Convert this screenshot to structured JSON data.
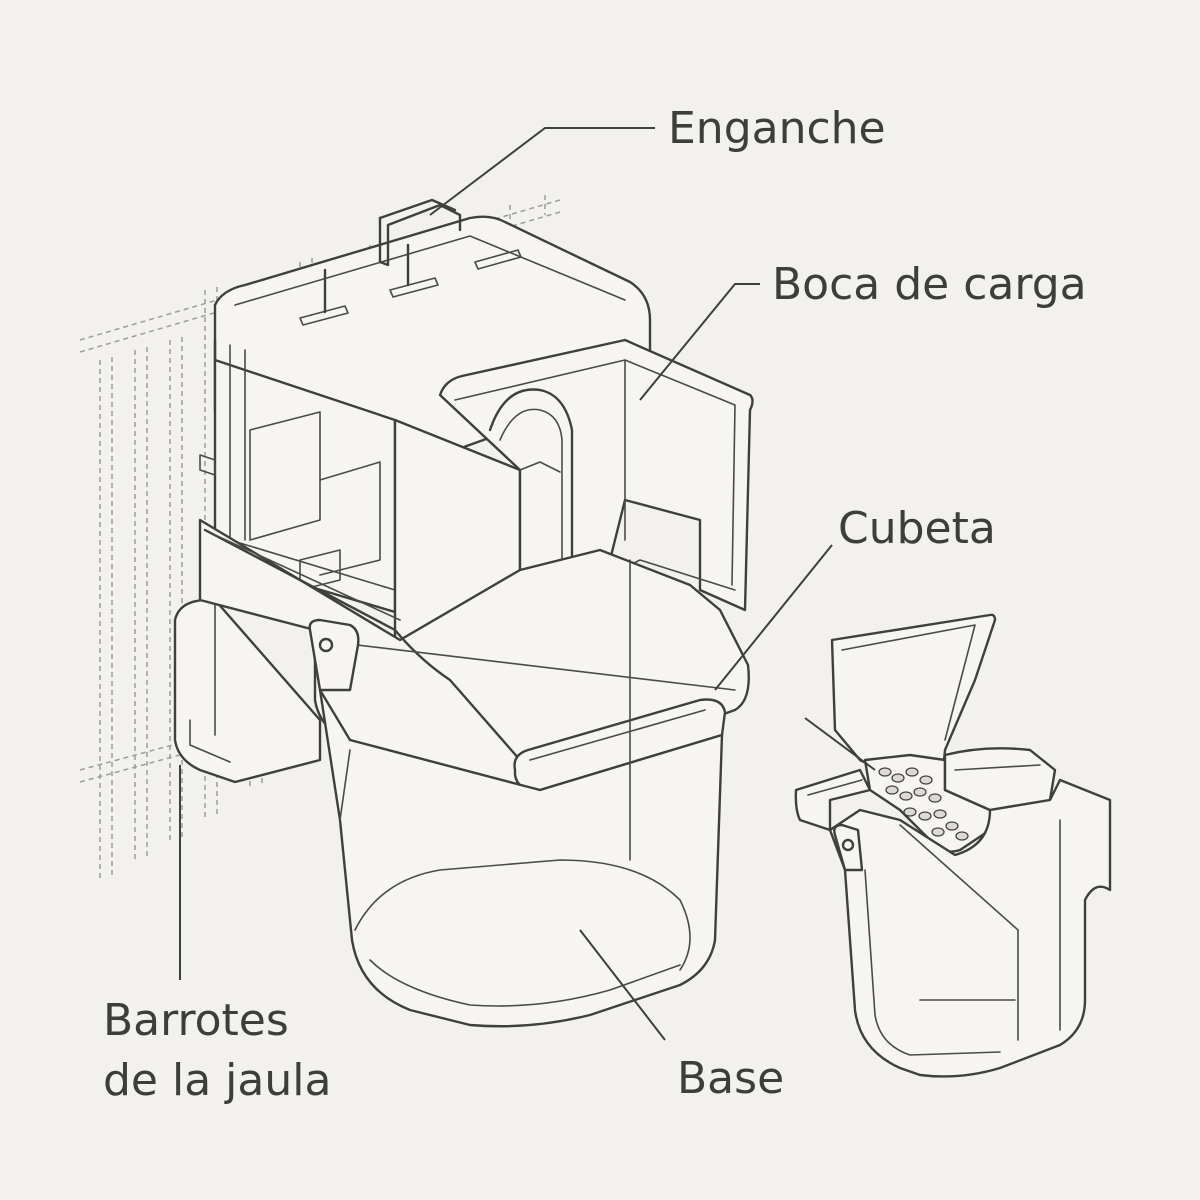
{
  "diagram": {
    "labels": {
      "enganche": "Enganche",
      "boca_de_carga": "Boca de carga",
      "cubeta": "Cubeta",
      "barrotes_line1": "Barrotes",
      "barrotes_line2": "de la jaula",
      "base": "Base"
    },
    "colors": {
      "background": "#f2f1ed",
      "ink": "#3f3f3d",
      "bars": "#9d9d98"
    }
  }
}
